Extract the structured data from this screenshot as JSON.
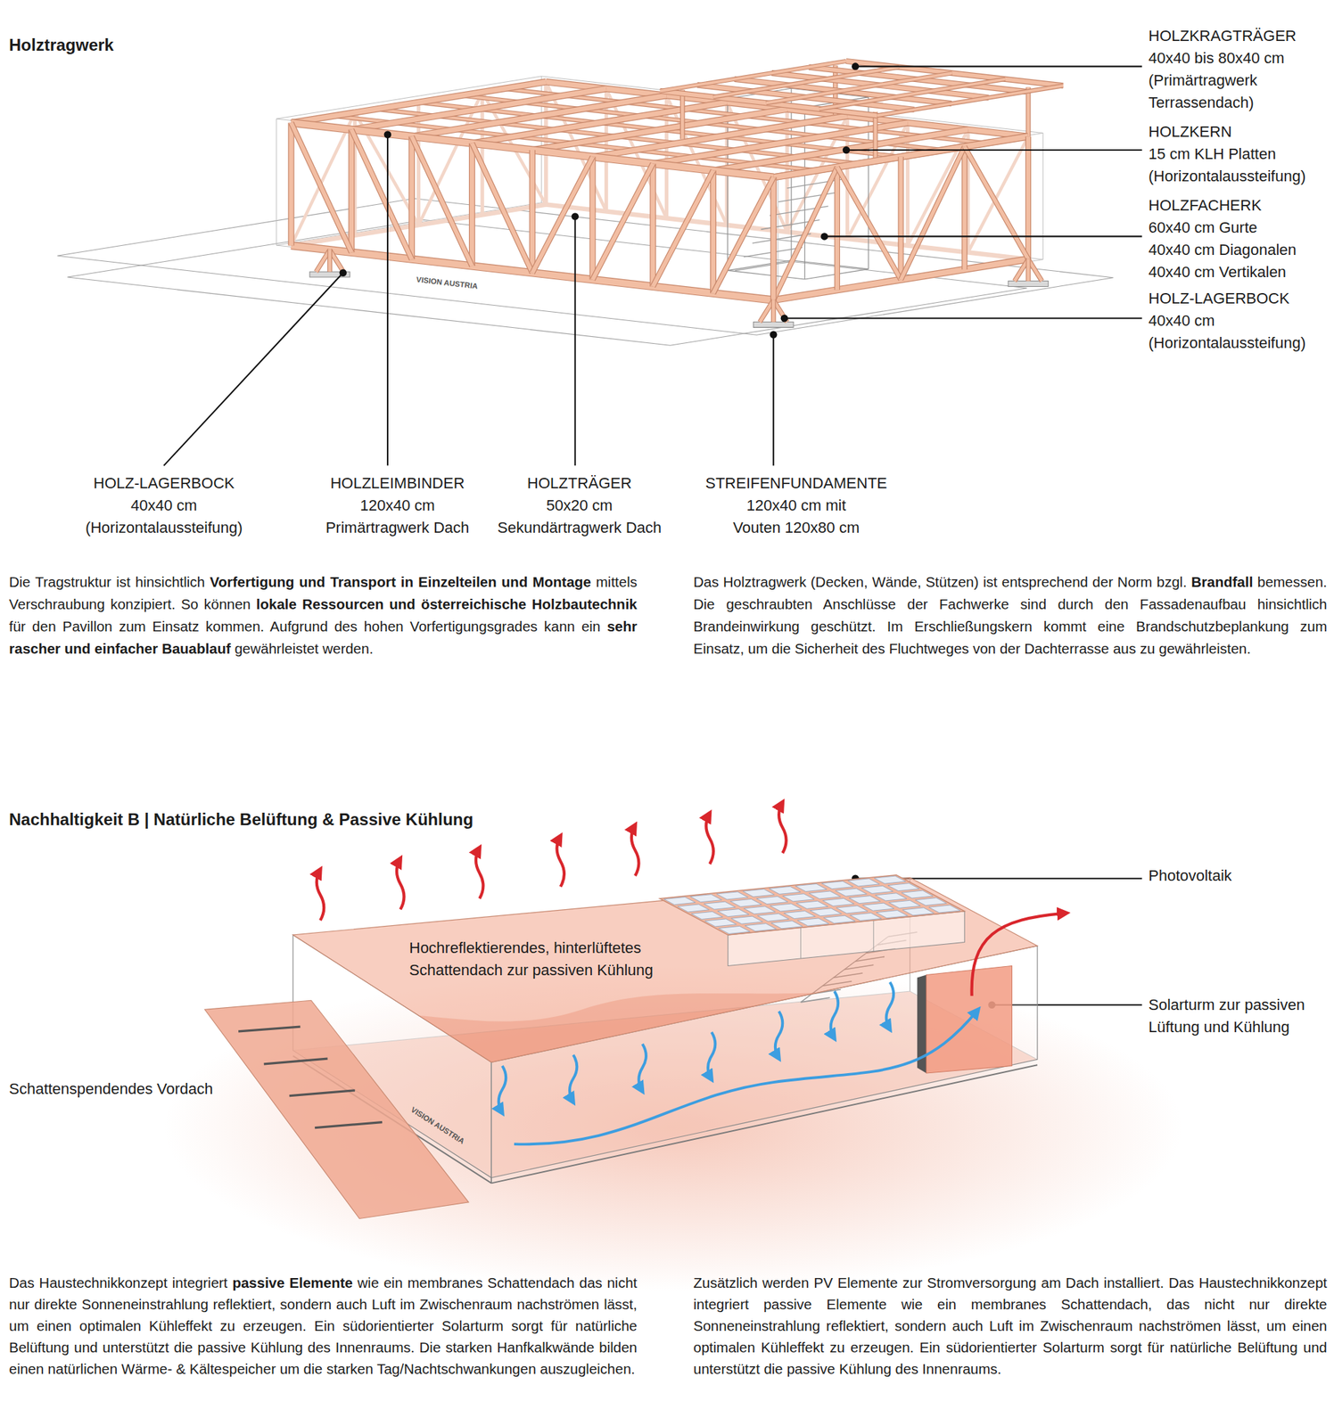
{
  "diagram": {
    "labels": [
      "Holztragwerk",
      "HOLZKRAGTRÄGER",
      "40x40 bis 80x40 cm",
      "(Primärtragwerk Terrassendach)",
      "HOLZKERN",
      "15 cm KLH Platten",
      "(Horizontalaussteifung)",
      "HOLZFACHERK",
      "60x40 cm Gurte",
      "40x40 cm Diagonalen",
      "40x40 cm Vertikalen",
      "HOLZ-LAGERBOCK",
      "40x40 cm",
      "(Horizontalaussteifung)",
      "HOLZ-LAGERBOCK",
      "40x40 cm",
      "(Horizontalaussteifung)",
      "HOLZLEIMBINDER",
      "120x40 cm",
      "Primärtragwerk Dach",
      "HOLZTRÄGER",
      "50x20 cm",
      "Sekundärtragwerk Dach",
      "STREIFENFUNDAMENTE",
      "120x40 cm mit",
      "Vouten 120x80 cm",
      "VISION AUSTRIA",
      "Die Tragstruktur ist hinsichtlich",
      "Vorfertigung und Transport in Einzelteilen und Montage",
      "mittels Verschraubung konzipiert. So können",
      "lokale Ressourcen und österreichische Holzbautechnik",
      "für den Pavillon zum Einsatz kommen. Aufgrund des hohen Vorfertigungsgrades kann ein",
      "sehr rascher und einfacher Bauablauf",
      "gewährleistet werden.",
      "Das Holztragwerk (Decken, Wände, Stützen) ist entsprechend der Norm bzgl.",
      "Brandfall",
      "bemessen. Die geschraubten Anschlüsse der Fachwerke sind durch den Fassadenaufbau hinsichtlich Brandeinwirkung geschützt. Im Erschließungskern kommt eine Brandschutzbeplankung zum Einsatz, um die Sicherheit des Fluchtweges von der Dachterrasse aus zu gewährleisten.",
      "Nachhaltigkeit B | Natürliche Belüftung & Passive Kühlung",
      "Photovoltaik",
      "Hochreflektierendes, hinterlüftetes Schattendach zur passiven Kühlung",
      "Solarturm zur passiven Lüftung und Kühlung",
      "Schattenspendendes Vordach",
      "VISION AUSTRIA",
      "Das Haustechnikkonzept integriert",
      "passive Elemente",
      "wie ein membranes Schattendach das nicht nur direkte Sonneneinstrahlung reflektiert, sondern auch Luft im Zwischenraum nachströmen lässt, um einen optimalen Kühleffekt zu erzeugen. Ein südorientierter Solarturm sorgt für natürliche Belüftung und unterstützt die passive Kühlung des Innenraums. Die starken Hanfkalkwände bilden einen natürlichen Wärme- & Kältespeicher um die starken Tag/Nachtschwankungen auszugleichen.",
      "Zusätzlich werden PV Elemente zur Stromversorgung am Dach installiert. Das Haustechnikkonzept integriert passive Elemente wie ein membranes Schattendach, das nicht nur direkte Sonneneinstrahlung reflektiert, sondern auch Luft im Zwischenraum nachströmen lässt, um einen optimalen Kühleffekt zu erzeugen. Ein südorientierter Solarturm sorgt für natürliche Belüftung und unterstützt die passive Kühlung des Innenraums."
    ]
  }
}
